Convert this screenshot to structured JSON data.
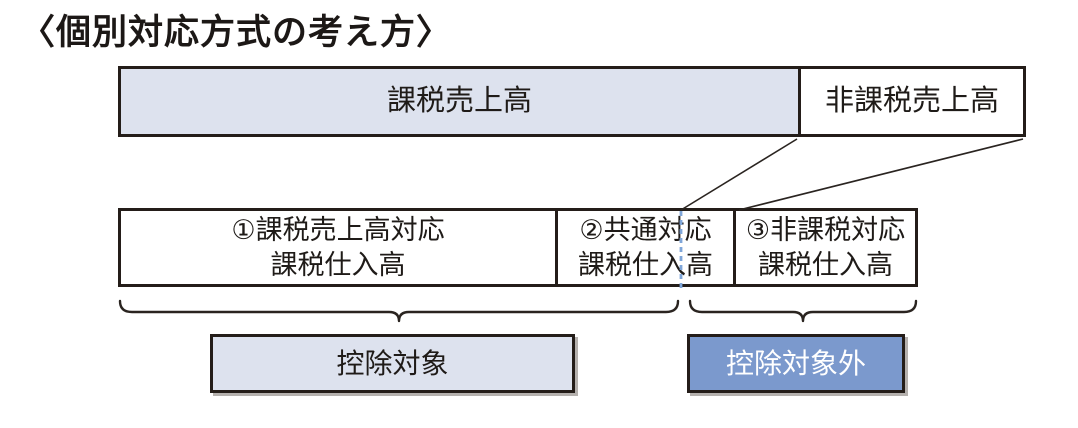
{
  "title": "〈個別対応方式の考え方〉",
  "sales_row": {
    "taxable_label": "課税売上高",
    "nontaxable_label": "非課税売上高"
  },
  "purchase_row": {
    "box1": {
      "line1": "①課税売上高対応",
      "line2": "課税仕入高"
    },
    "box2": {
      "line1": "②共通対応",
      "line2": "課税仕入高"
    },
    "box3": {
      "line1": "③非課税対応",
      "line2": "課税仕入高"
    }
  },
  "result_row": {
    "deductible_label": "控除対象",
    "nondeductible_label": "控除対象外"
  },
  "colors": {
    "light_lavender_fill": "#dde2ee",
    "blue_fill": "#7b99cd",
    "border_black": "#241d19",
    "dashed_divider_blue": "#7fa6d9",
    "text_black": "#1f1b18",
    "text_white": "#ffffff"
  }
}
